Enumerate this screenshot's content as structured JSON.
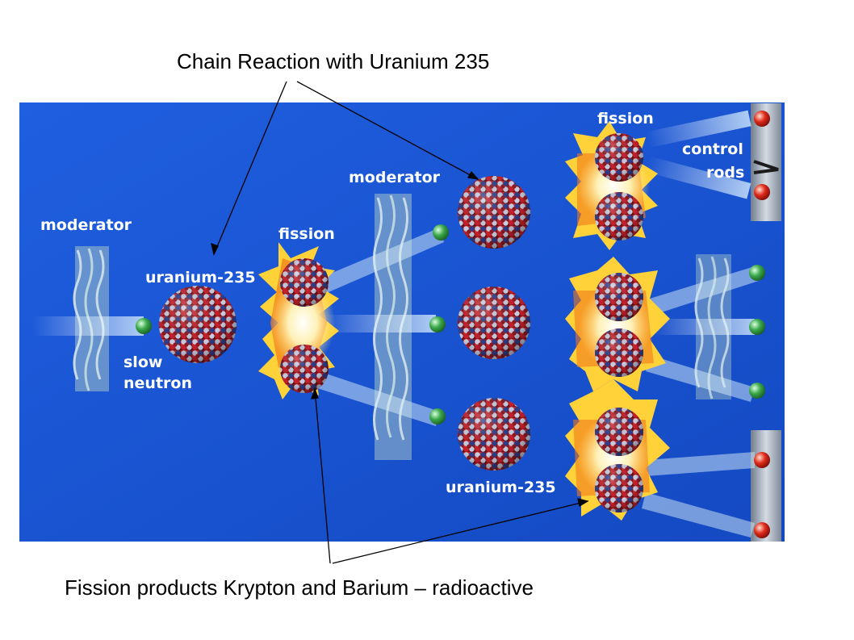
{
  "title": "Chain Reaction with Uranium 235",
  "footer": "Fission products Krypton and Barium – radioactive",
  "labels": {
    "moderator_1": "moderator",
    "uranium_1": "uranium-235",
    "slow": "slow",
    "neutron": "neutron",
    "fission_1": "fission",
    "moderator_2": "moderator",
    "fission_2": "fission",
    "control": "control",
    "rods": "rods",
    "uranium_2": "uranium-235"
  },
  "colors": {
    "background": "#1a56d6",
    "nucleus_red": "#c8202a",
    "nucleus_blue": "#2c3f8e",
    "nucleus_light": "#c8cde0",
    "neutron_green": "#3aa84a",
    "neutron_red": "#e02a1a",
    "burst_yellow": "#ffd23a",
    "burst_orange": "#f07a1a",
    "annotation_line": "#000000"
  }
}
